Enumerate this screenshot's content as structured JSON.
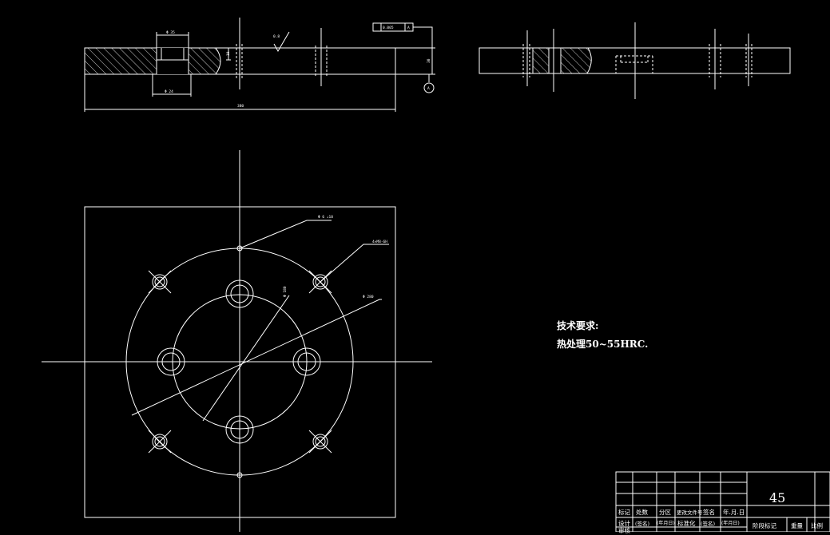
{
  "drawing": {
    "dimensions": {
      "counterbore_dia": "Φ 35",
      "bore_dia": "Φ 24",
      "overall_length": "380",
      "roughness": "0.8",
      "depth_1": "10",
      "thickness": "30",
      "flatness_value": "0.005",
      "datum_ref": "A",
      "datum_label": "A",
      "hole_callout_1": "Φ 6 ↓10",
      "hole_callout_2": "4×M8-6H",
      "bolt_circle_1": "Φ 180",
      "bolt_circle_2": "Φ 280"
    },
    "technical_requirements": {
      "heading": "技术要求:",
      "line1": "热处理50~55HRC."
    },
    "title_block": {
      "material": "45",
      "row_labels": [
        "标记",
        "处数",
        "分区",
        "更改文件号",
        "签名",
        "年.月.日"
      ],
      "design_labels": [
        "设计",
        "(签名)",
        "(年月日)",
        "标准化",
        "(签名)",
        "(年月日)"
      ],
      "check_label": "审核",
      "stage_label": "阶段标记",
      "weight_label": "重量",
      "scale_label": "比例"
    }
  }
}
